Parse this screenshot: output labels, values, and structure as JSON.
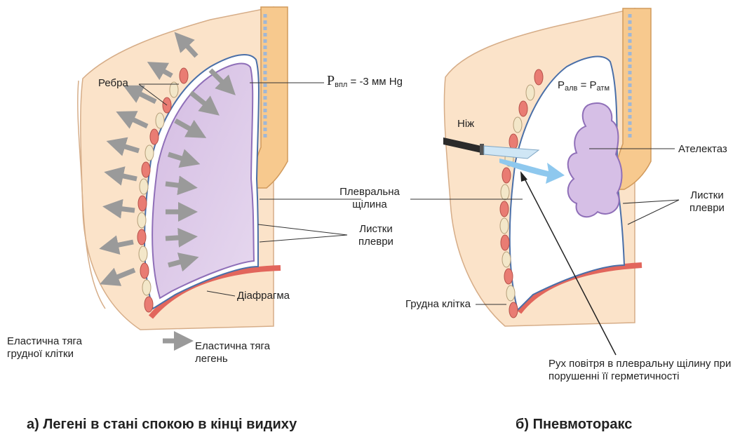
{
  "left_panel": {
    "labels": {
      "ribs": "Ребра",
      "pressure_symbol": "P",
      "pressure_sub": "впл",
      "pressure_value": " = -3 мм Hg",
      "pleural_gap": "Плевральна щілина",
      "pleura_leaves": "Листки плеври",
      "diaphragm": "Діафрагма"
    },
    "legend": {
      "chest_recoil": "Еластична тяга грудної клітки",
      "lung_recoil": "Еластична тяга легень"
    },
    "caption": "а) Легені в стані спокою в кінці видиху"
  },
  "right_panel": {
    "labels": {
      "p_left": "P",
      "p_left_sub": "алв",
      "p_equals": " = ",
      "p_right": "P",
      "p_right_sub": "атм",
      "knife": "Ніж",
      "atelectasis": "Ателектаз",
      "pleura_leaves": "Листки плеври",
      "chest_wall": "Грудна клітка",
      "air_movement": "Рух повітря в плевральну щілину при порушенні її герметичності"
    },
    "caption": "б) Пневмоторакс"
  },
  "colors": {
    "skin": "#fbe3c9",
    "skin_outline": "#d6ad88",
    "lung_fill": "#dcc6e8",
    "lung_outline": "#8f6fb8",
    "rib": "#e97c73",
    "pleura": "#4a6fa8",
    "arrow_gray": "#9a9a9a",
    "air_arrow": "#8ec8ee",
    "diaphragm": "#e2665c"
  }
}
